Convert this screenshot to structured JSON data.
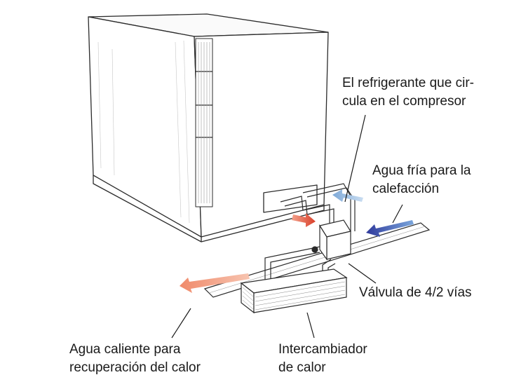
{
  "labels": {
    "refrigerant": [
      "El refrigerante que cir-",
      "cula en el compresor"
    ],
    "cold_water": [
      "Agua fría para la",
      "calefacción"
    ],
    "valve": [
      "Válvula de 4/2 vías"
    ],
    "hot_water": [
      "Agua caliente para",
      "recuperación del calor"
    ],
    "heat_exchanger": [
      "Intercambiador",
      "de calor"
    ]
  },
  "colors": {
    "cold_water_arrow": "#3a46a8",
    "refrigerant_arrow": "#8fb8e0",
    "compressor_outlet_arrow": "#e0503c",
    "hot_water_arrow": "#f2a488"
  }
}
